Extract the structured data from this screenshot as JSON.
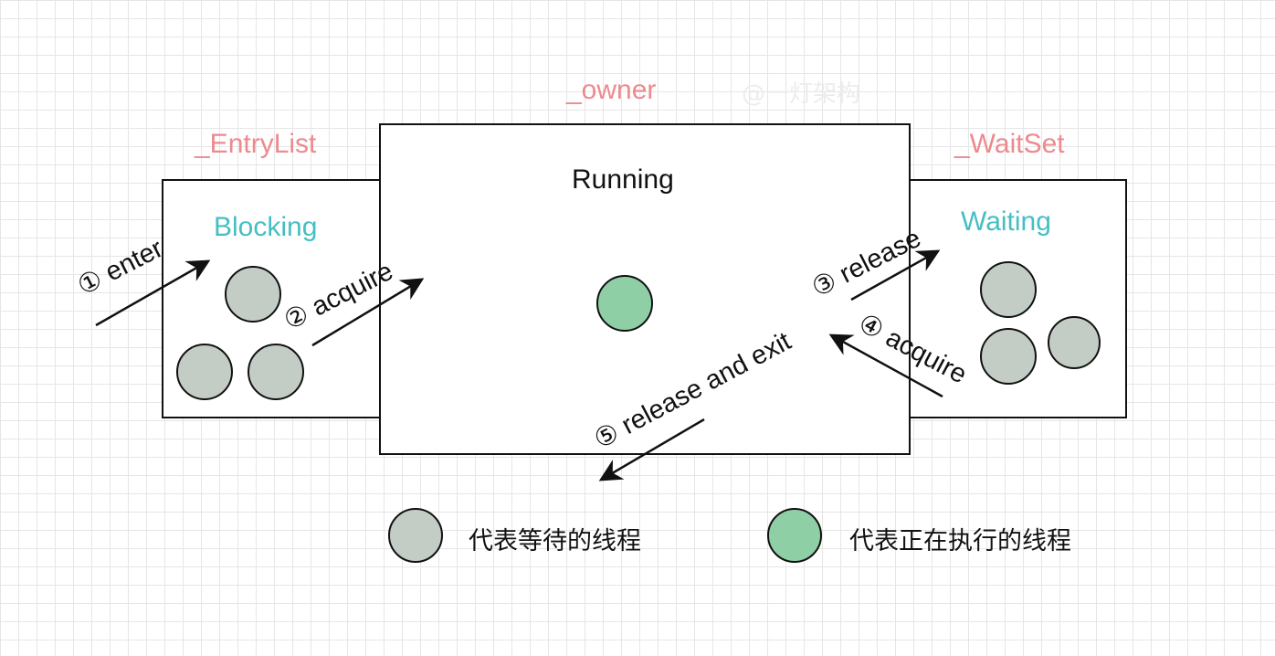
{
  "watermark": "@一灯架构",
  "labels": {
    "owner": "_owner",
    "entry_list": "_EntryList",
    "wait_set": "_WaitSet"
  },
  "states": {
    "running": "Running",
    "blocking": "Blocking",
    "waiting": "Waiting"
  },
  "arrows": {
    "enter": "① enter",
    "acquire_entry": "② acquire",
    "release": "③ release",
    "acquire_wait": "④ acquire",
    "release_exit": "⑤ release and exit"
  },
  "legend": {
    "waiting_thread": "代表等待的线程",
    "running_thread": "代表正在执行的线程"
  },
  "colors": {
    "label_pink": "#ec8a8f",
    "state_teal": "#45bfc3",
    "waiting_thread_gray": "#c3ccc5",
    "running_thread_green": "#8fcfa6"
  }
}
